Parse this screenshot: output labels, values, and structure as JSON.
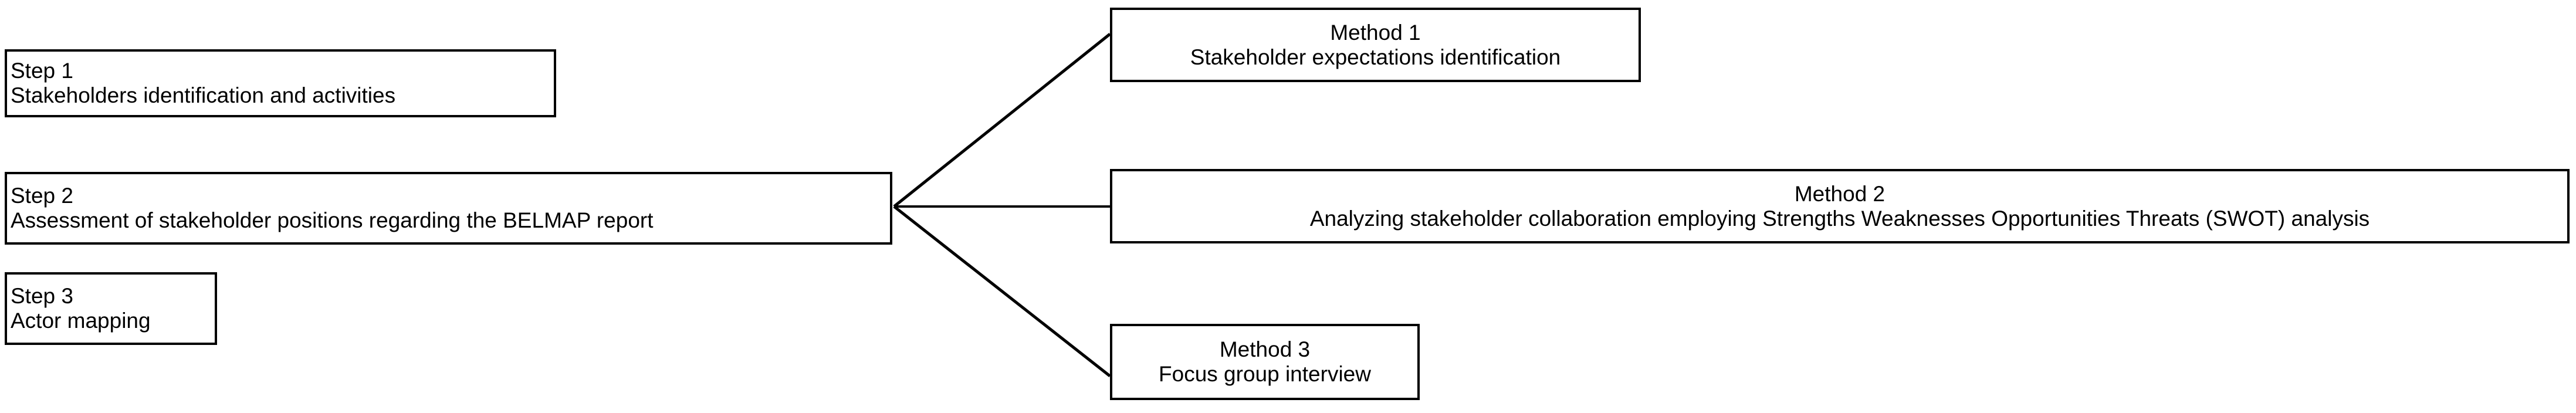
{
  "diagram": {
    "type": "flow-diagram",
    "background_color": "#ffffff",
    "line_color": "#000000",
    "text_color": "#000000",
    "steps": [
      {
        "id": "step-1",
        "title": "Step 1",
        "description": "Stakeholders identification and activities"
      },
      {
        "id": "step-2",
        "title": "Step 2",
        "description": "Assessment of stakeholder positions regarding the BELMAP report"
      },
      {
        "id": "step-3",
        "title": "Step 3",
        "description": "Actor mapping"
      }
    ],
    "methods": [
      {
        "id": "method-1",
        "title": "Method 1",
        "description": "Stakeholder expectations identification"
      },
      {
        "id": "method-2",
        "title": "Method 2",
        "description": "Analyzing stakeholder collaboration employing Strengths Weaknesses Opportunities Threats (SWOT) analysis"
      },
      {
        "id": "method-3",
        "title": "Method 3",
        "description": "Focus group interview"
      }
    ],
    "connectors": [
      {
        "id": "connector-step2-method1",
        "from": "step-2",
        "to": "method-1"
      },
      {
        "id": "connector-step2-method2",
        "from": "step-2",
        "to": "method-2"
      },
      {
        "id": "connector-step2-method3",
        "from": "step-2",
        "to": "method-3"
      }
    ]
  }
}
